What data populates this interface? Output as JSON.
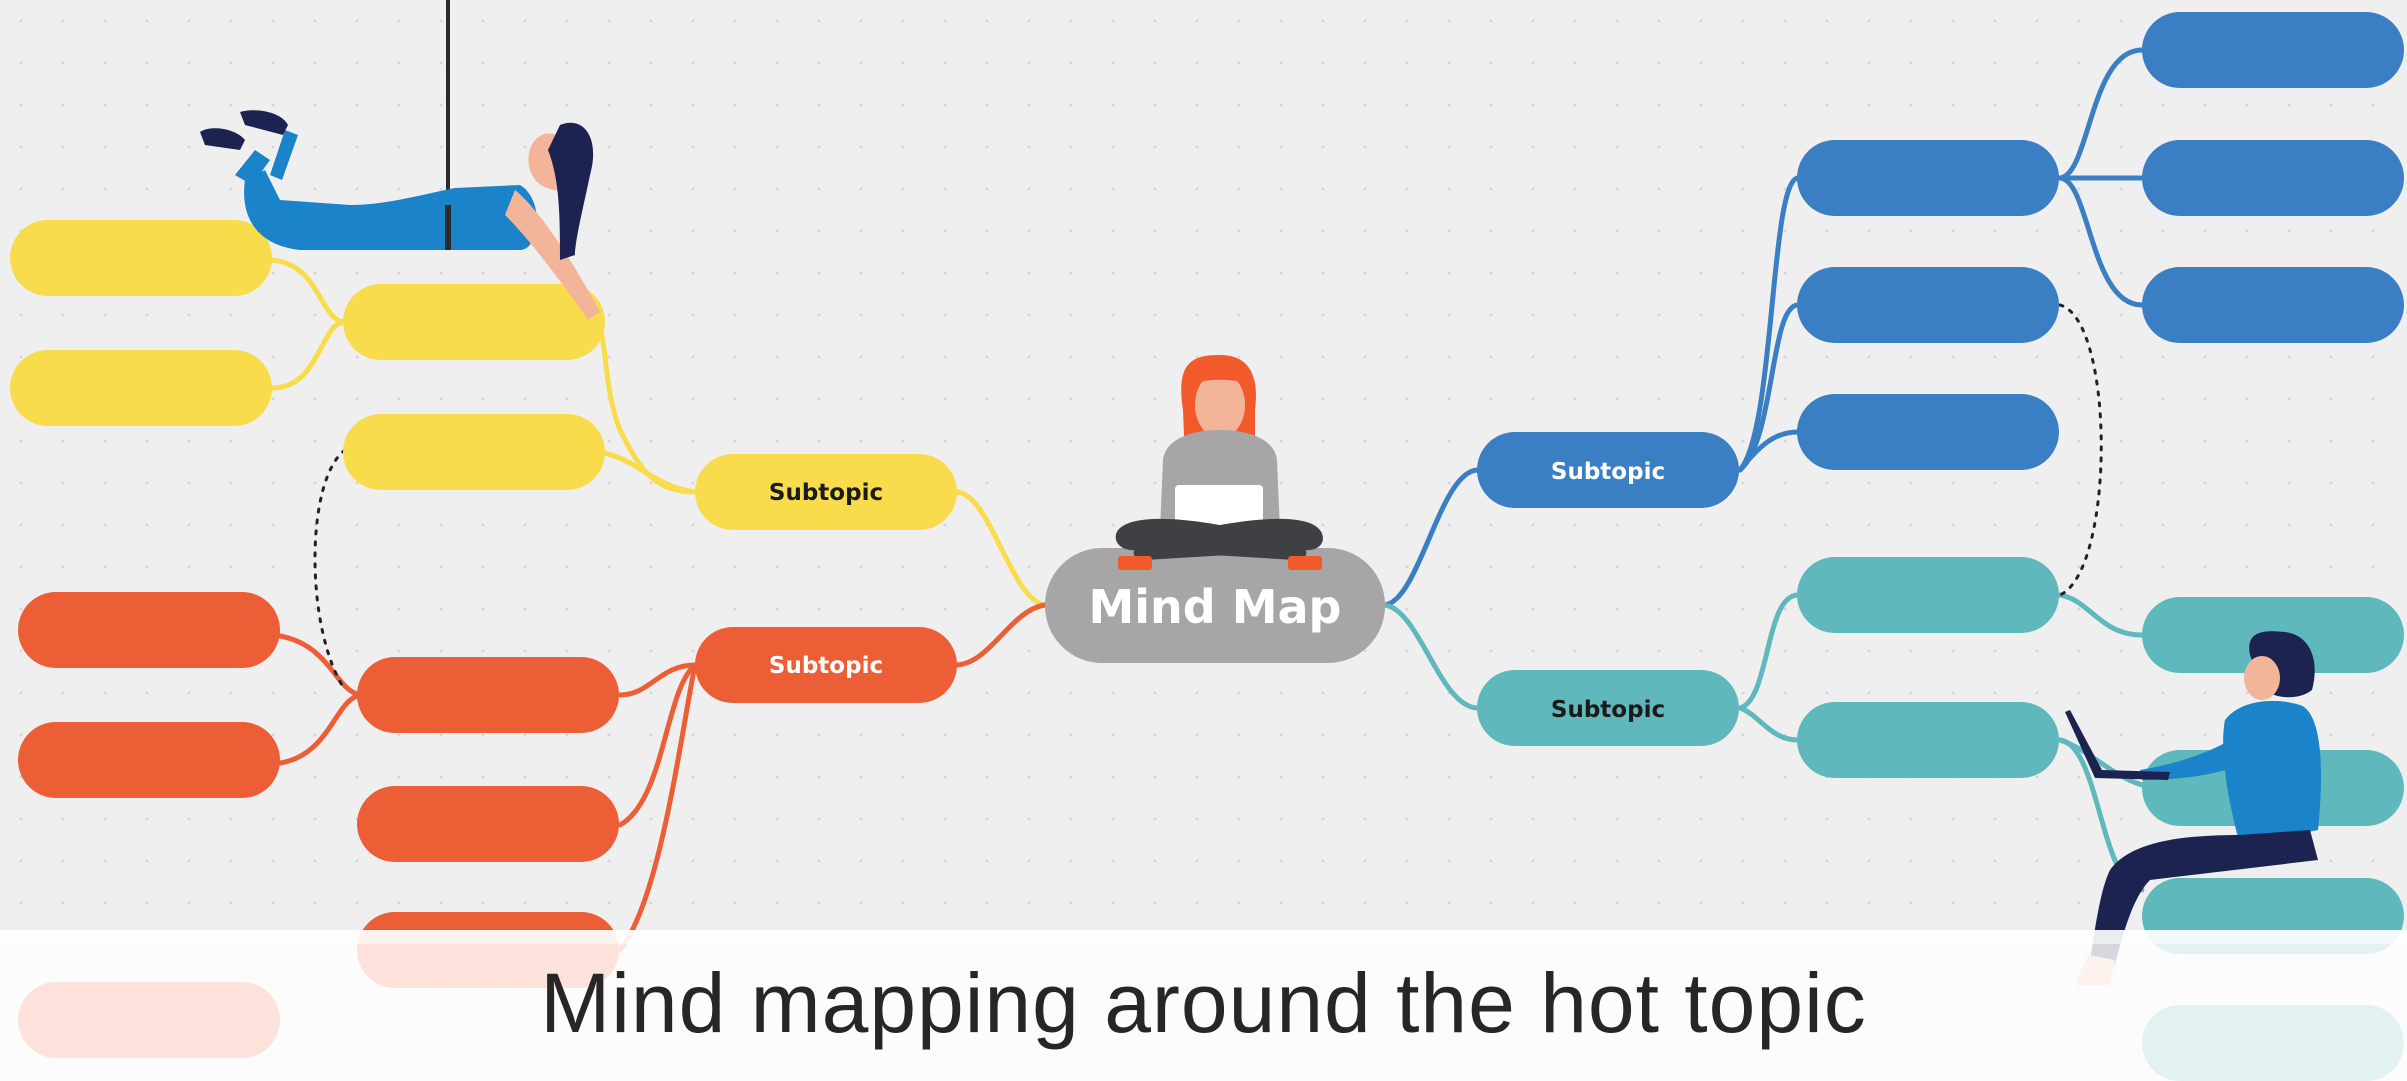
{
  "central": {
    "label": "Mind Map"
  },
  "subtopics": {
    "yellow": {
      "label": "Subtopic"
    },
    "orange": {
      "label": "Subtopic"
    },
    "blue": {
      "label": "Subtopic"
    },
    "teal": {
      "label": "Subtopic"
    }
  },
  "caption": "Mind mapping around the hot topic",
  "colors": {
    "background": "#efefef",
    "yellow": "#f8dc4c",
    "orange": "#ec5e36",
    "blue": "#3a7fc3",
    "teal": "#5fb8bc",
    "central": "#a6a6a6",
    "person_blue": "#1a83c9",
    "hair_red": "#f25a2c",
    "navy": "#1d2350"
  },
  "icons": [
    "person-hanging-illustration",
    "person-meditating-illustration",
    "person-laptop-illustration"
  ]
}
